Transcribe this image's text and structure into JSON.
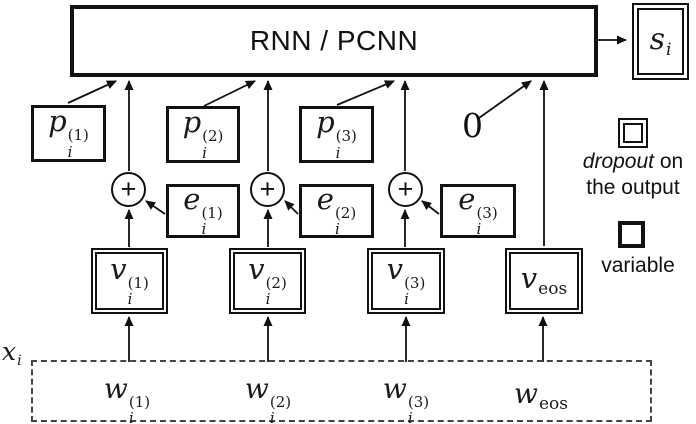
{
  "diagram": {
    "rnn_label": "RNN / PCNN",
    "zero_label": "0",
    "plus_symbol": "+",
    "output": {
      "base": "s",
      "sub": "i"
    },
    "sequence_label": {
      "base": "x",
      "sub": "i"
    },
    "columns": [
      {
        "p": {
          "base": "p",
          "sup": "(1)",
          "sub": "i"
        },
        "e": {
          "base": "e",
          "sup": "(1)",
          "sub": "i"
        },
        "v": {
          "base": "v",
          "sup": "(1)",
          "sub": "i"
        },
        "w": {
          "base": "w",
          "sup": "(1)",
          "sub": "i"
        }
      },
      {
        "p": {
          "base": "p",
          "sup": "(2)",
          "sub": "i"
        },
        "e": {
          "base": "e",
          "sup": "(2)",
          "sub": "i"
        },
        "v": {
          "base": "v",
          "sup": "(2)",
          "sub": "i"
        },
        "w": {
          "base": "w",
          "sup": "(2)",
          "sub": "i"
        }
      },
      {
        "p": {
          "base": "p",
          "sup": "(3)",
          "sub": "i"
        },
        "e": {
          "base": "e",
          "sup": "(3)",
          "sub": "i"
        },
        "v": {
          "base": "v",
          "sup": "(3)",
          "sub": "i"
        },
        "w": {
          "base": "w",
          "sup": "(3)",
          "sub": "i"
        }
      },
      {
        "v": {
          "base": "v",
          "sub": "eos"
        },
        "w": {
          "base": "w",
          "sub": "eos"
        }
      }
    ],
    "legend": {
      "dropout_word": "dropout",
      "dropout_suffix": " on",
      "dropout_line2": "the output",
      "variable_label": "variable"
    }
  }
}
